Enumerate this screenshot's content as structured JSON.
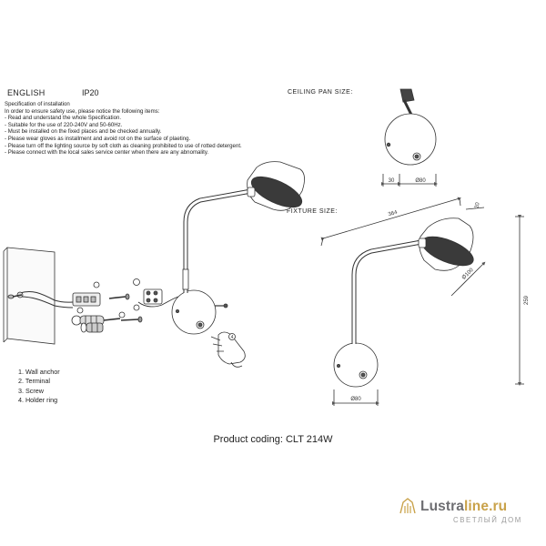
{
  "header": {
    "language": "ENGLISH",
    "protection": "IP20"
  },
  "spec": {
    "title": "Specification of installation",
    "intro": "In order to ensure safety use, please notice the following items:",
    "items": [
      "- Read and understand the whole Specification.",
      "- Suitable for the use of 220-240V and 50-60Hz.",
      "- Must be installed on the fixed places and be checked annually.",
      "- Please wear gloves as installment and avoid rot on the surface of plaeting.",
      "- Please turn off the lighting source by soft cloth as cleaning prohibited to use of rotted detergent.",
      "- Please connect with the local sales service center when there are any abnomality."
    ]
  },
  "diagrams": {
    "ceiling_pan_label": "CEILING PAN  SIZE:",
    "fixture_label": "FIXTURE SIZE:",
    "dims": {
      "pan_depth": "30",
      "pan_diameter": "Ø80",
      "length": "364",
      "head_depth": "20",
      "head_diameter": "Ø100",
      "height": "259",
      "base_diameter": "Ø80"
    },
    "step_number": "4"
  },
  "legend": [
    "1. Wall anchor",
    "2. Terminal",
    "3. Screw",
    "4. Holder ring"
  ],
  "product_coding": "Product coding: CLT 214W",
  "watermark": {
    "brand_a": "Lustra",
    "brand_b": "line.ru",
    "sub": "СВЕТЛЫЙ ДОМ"
  }
}
